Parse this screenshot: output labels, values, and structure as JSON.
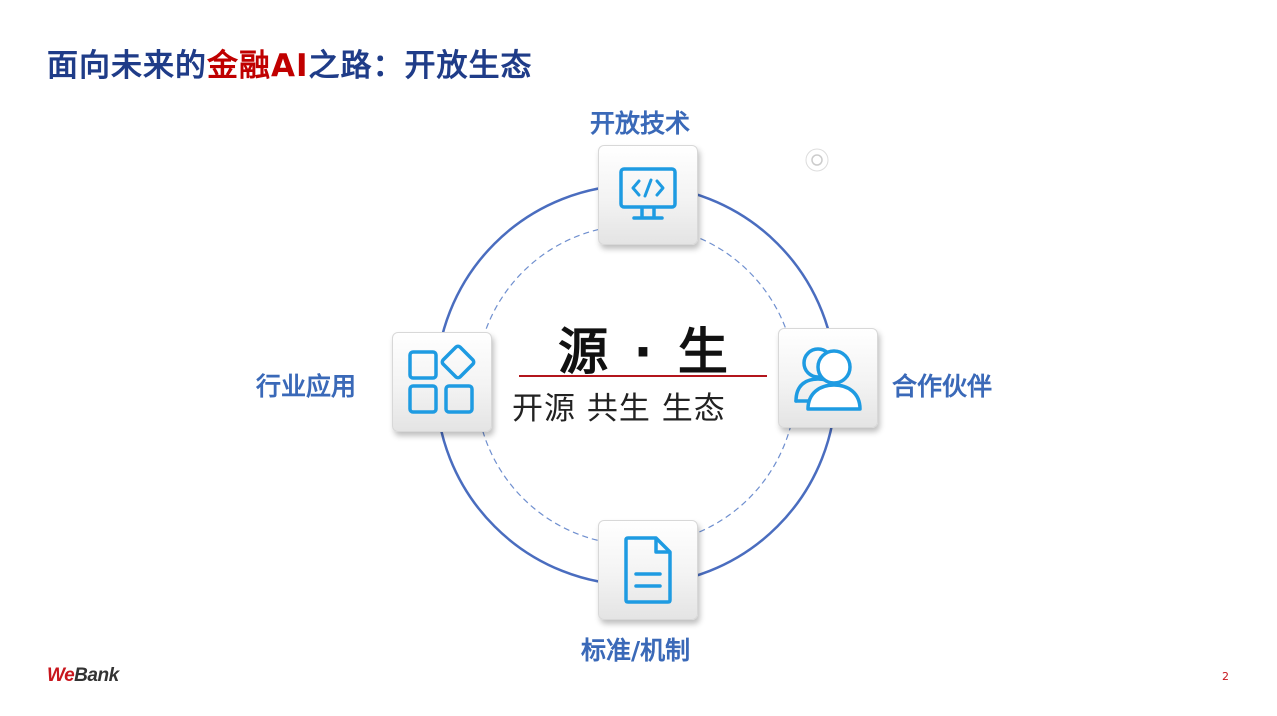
{
  "title": {
    "part1": "面向未来的",
    "highlight": "金融",
    "part2": "AI",
    "part3": "之路：开放生态"
  },
  "colors": {
    "title_blue": "#1f3c88",
    "title_red": "#c00000",
    "label_blue": "#3a69b8",
    "icon_blue": "#1e9be2",
    "ring_blue": "#4a6dbf",
    "divider_red": "#b3151c"
  },
  "center": {
    "headline": "源 · 生",
    "subtitle": "开源  共生  生态"
  },
  "nodes": {
    "top": {
      "label": "开放技术",
      "icon": "code-monitor-icon"
    },
    "right": {
      "label": "合作伙伴",
      "icon": "people-icon"
    },
    "bottom": {
      "label": "标准/机制",
      "icon": "document-icon"
    },
    "left": {
      "label": "行业应用",
      "icon": "apps-grid-icon"
    }
  },
  "footer": {
    "logo_we": "We",
    "logo_bank": "Bank",
    "page_number": "2"
  }
}
